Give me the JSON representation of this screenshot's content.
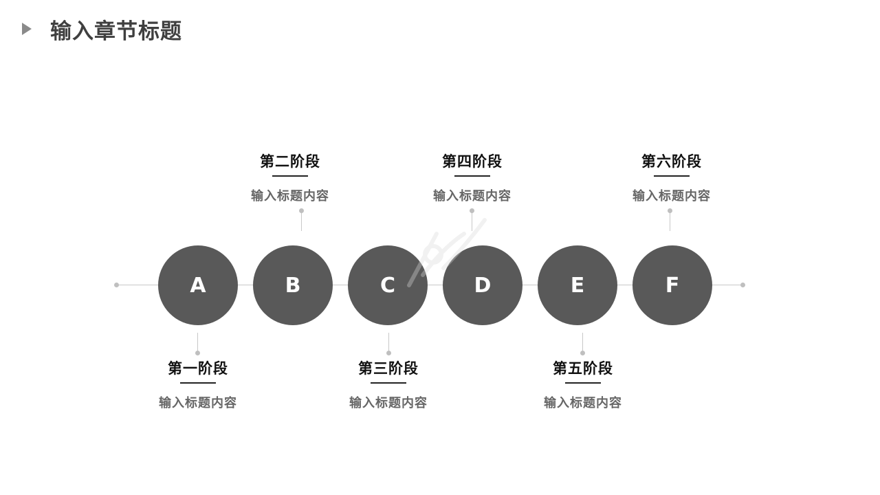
{
  "header": {
    "title": "输入章节标题"
  },
  "timeline": {
    "nodes": [
      {
        "letter": "A",
        "stage": "第一阶段",
        "desc": "输入标题内容",
        "position": "below"
      },
      {
        "letter": "B",
        "stage": "第二阶段",
        "desc": "输入标题内容",
        "position": "above"
      },
      {
        "letter": "C",
        "stage": "第三阶段",
        "desc": "输入标题内容",
        "position": "below"
      },
      {
        "letter": "D",
        "stage": "第四阶段",
        "desc": "输入标题内容",
        "position": "above"
      },
      {
        "letter": "E",
        "stage": "第五阶段",
        "desc": "输入标题内容",
        "position": "below"
      },
      {
        "letter": "F",
        "stage": "第六阶段",
        "desc": "输入标题内容",
        "position": "above"
      }
    ]
  },
  "colors": {
    "node_fill": "#595959",
    "line": "#c8c8c8",
    "title_text": "#3f3f3f",
    "stage_title": "#111111",
    "desc_text": "#666666"
  },
  "icons": {
    "title_marker": "play-triangle-icon"
  }
}
